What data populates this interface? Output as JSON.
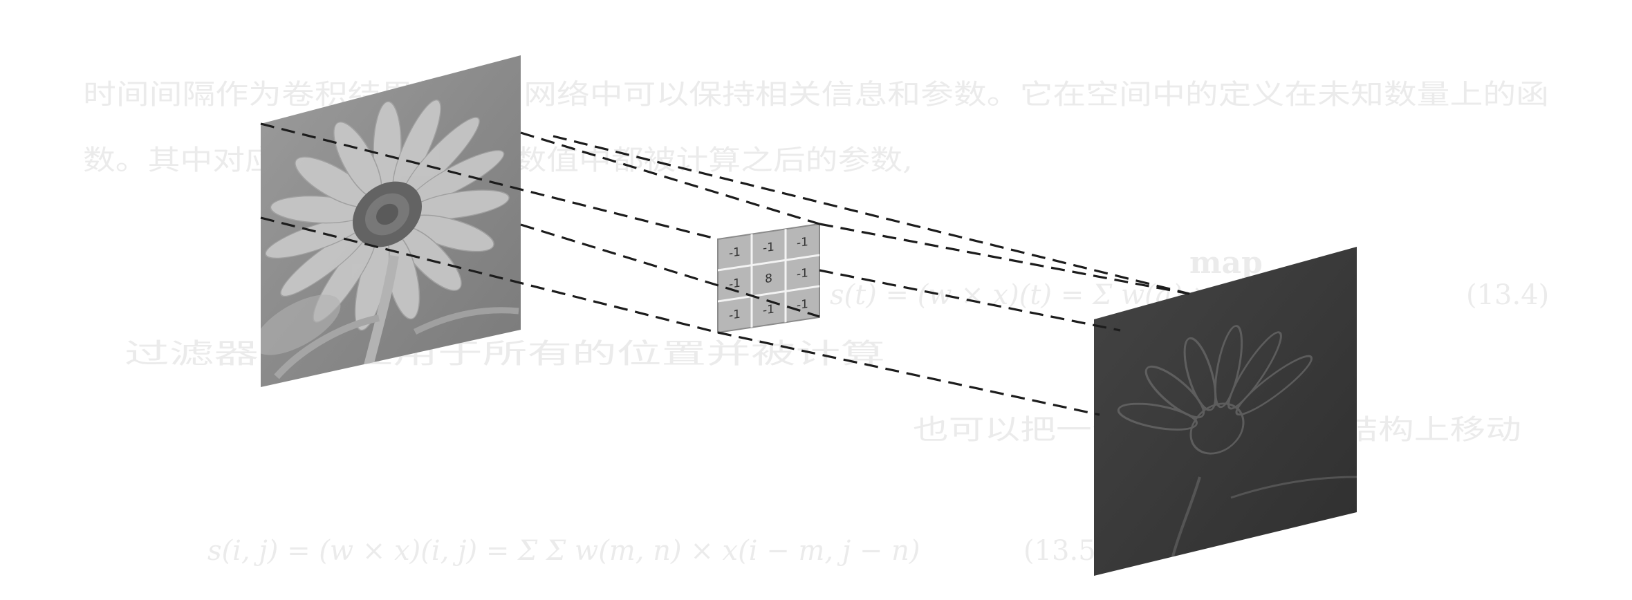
{
  "kernel": {
    "rows": [
      [
        "-1",
        "-1",
        "-1"
      ],
      [
        "-1",
        "8",
        "-1"
      ],
      [
        "-1",
        "-1",
        "-1"
      ]
    ]
  },
  "colors": {
    "input_image_tone": "#8e8e8e",
    "output_image_tone": "#3a3a3a",
    "kernel_fill": "#b7b7b7",
    "dash_line": "#1c1c1c"
  },
  "background_text": {
    "line1": "时间间隔作为卷积结果的数据,网络中可以保持相关信息和参数。它在空间中的定义在未知数量上的函",
    "line2": "数。其中对应的数值,既在所有数值中都被计算之后的参数,",
    "line3": "map",
    "line4": "过滤器可以应用于所有的位置并被计算",
    "line5": "也可以把一个滤波器在平面结构上移动",
    "eq1_label": "(13.4)",
    "eq2_label": "(13.5)",
    "eq1": "s(t) = (w × x)(t) = Σ w(a) × x(t − a)",
    "eq2": "s(i, j) = (w × x)(i, j) = Σ Σ w(m, n) × x(i − m, j − n)"
  }
}
